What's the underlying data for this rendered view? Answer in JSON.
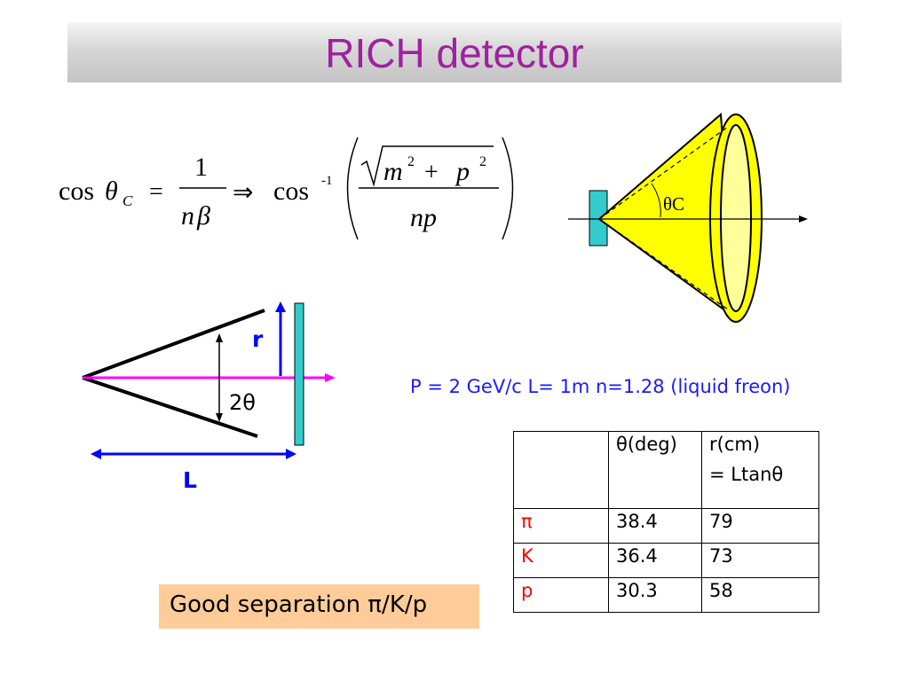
{
  "title": "RICH detector",
  "formula": {
    "lhs_cos": "cos",
    "theta": "θ",
    "sub_c": "C",
    "equals": "=",
    "one": "1",
    "n": "n",
    "beta": "β",
    "implies": "⇒",
    "cos": "cos",
    "inverse": "-1",
    "m": "m",
    "p": "p",
    "squared": "2",
    "plus": "+",
    "np": "np"
  },
  "cone_label": "θC",
  "diagram": {
    "r_label": "r",
    "two_theta_label": "2θ",
    "L_label": "L"
  },
  "info_text": "P = 2 GeV/c L= 1m n=1.28 (liquid freon)",
  "table": {
    "headers": [
      "",
      "θ(deg)",
      "r(cm)",
      "= Ltanθ"
    ],
    "rows": [
      {
        "particle": "π",
        "theta": "38.4",
        "r": "79"
      },
      {
        "particle": "K",
        "theta": "36.4",
        "r": "73"
      },
      {
        "particle": "p",
        "theta": "30.3",
        "r": "58"
      }
    ]
  },
  "callout": "Good separation π/K/p",
  "colors": {
    "title": "#a020a0",
    "cone": "#ffff00",
    "radiator": "#33cccc",
    "blue": "#0000ff",
    "magenta": "#ff00ff",
    "red": "#ff0000",
    "callout_bg": "#ffcc99"
  }
}
